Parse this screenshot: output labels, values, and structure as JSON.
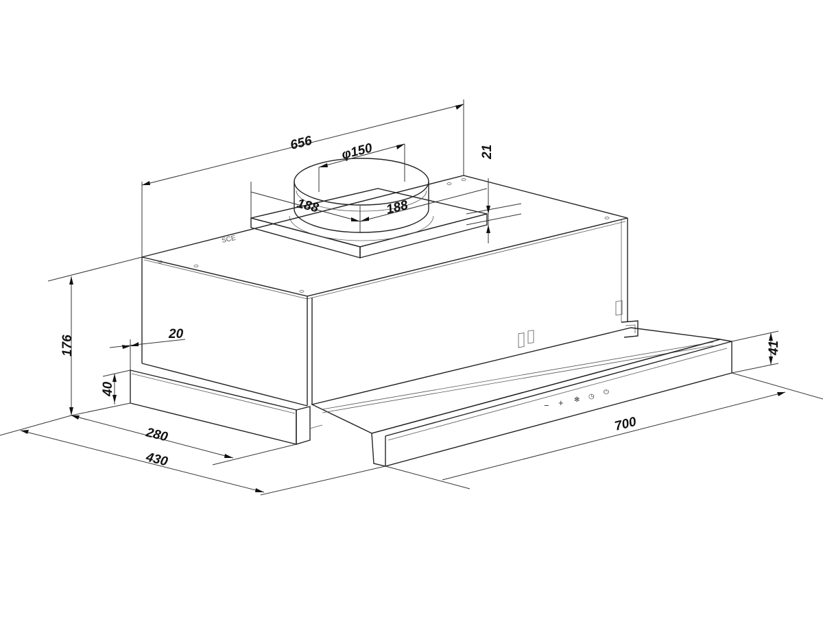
{
  "diagram": {
    "type": "technical-dimension-drawing",
    "subject": "telescopic range hood",
    "units": "mm",
    "dimensions": {
      "total_width": "656",
      "duct_diameter": "φ150",
      "duct_offset_left": "188",
      "duct_offset_right": "188",
      "duct_collar_height": "21",
      "body_height": "176",
      "setback": "20",
      "lower_frame_height": "40",
      "inner_depth": "280",
      "total_depth": "430",
      "front_panel_width": "700",
      "front_panel_height": "41"
    },
    "control_panel": {
      "buttons": [
        {
          "icon": "light-icon"
        },
        {
          "icon": "light-icon-2"
        },
        {
          "icon": "minus-icon",
          "glyph": "−"
        },
        {
          "icon": "plus-icon",
          "glyph": "+"
        },
        {
          "icon": "fan-icon",
          "glyph": "✻"
        },
        {
          "icon": "timer-icon",
          "glyph": "◷"
        },
        {
          "icon": "power-icon",
          "glyph": "⏻"
        },
        {
          "icon": "display-icon"
        }
      ]
    }
  }
}
